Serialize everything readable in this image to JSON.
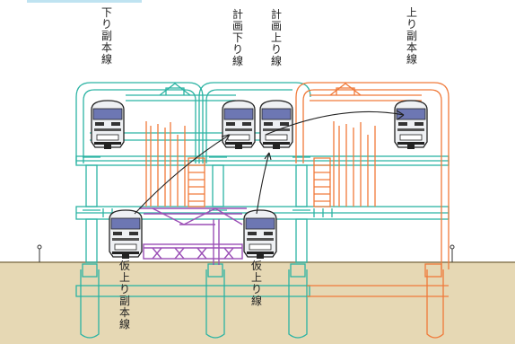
{
  "labels": {
    "shimo_fuku": "下り副本線",
    "keikaku_shimo": "計画下り線",
    "keikaku_nobori": "計画上り線",
    "nobori_fuku": "上り副本線",
    "kari_nobori_fuku": "仮上り副本線",
    "kari_nobori": "仮上り線"
  },
  "colors": {
    "existing_structure": "#2bb3a3",
    "planned_structure": "#f07a3a",
    "temporary_structure": "#9b4fb6",
    "ground": "#e6d8b4",
    "ground_line": "#8a7a55",
    "train_body": "#eef0f3",
    "train_window": "#6d77b3",
    "arrow": "#222222"
  }
}
